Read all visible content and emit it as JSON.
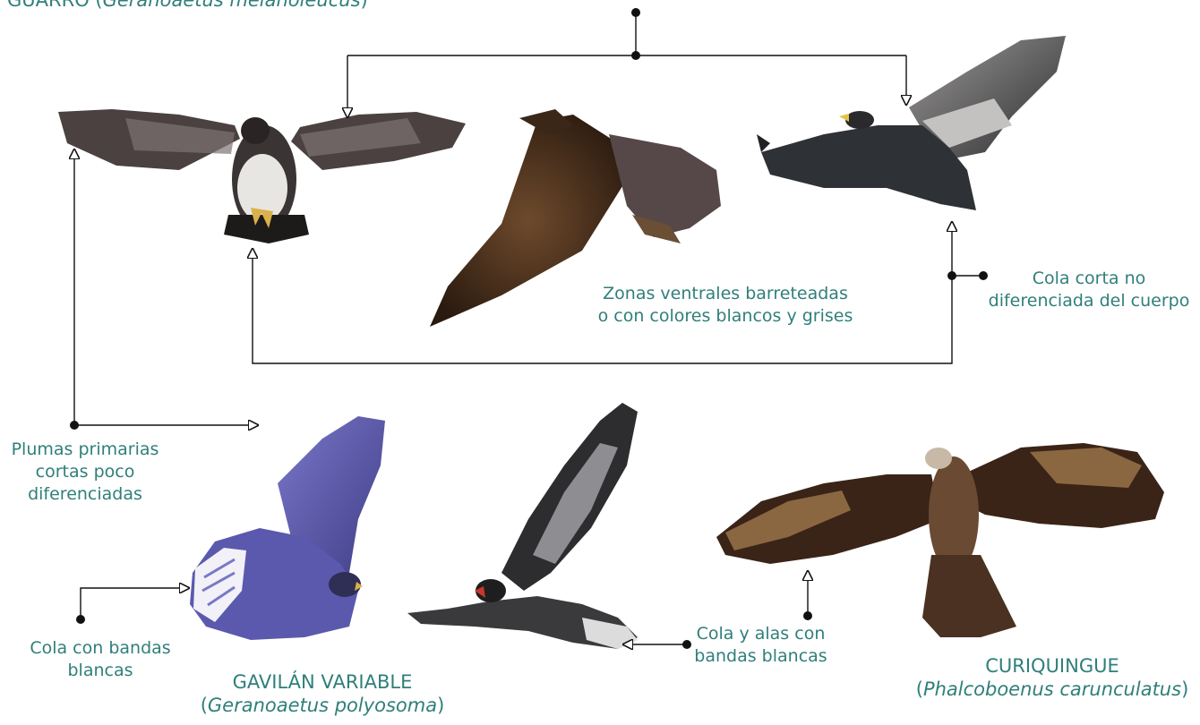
{
  "title": {
    "common": "GUARRO",
    "scientific": "Geranoaetus melanoleucus"
  },
  "labels": {
    "ventral": [
      "Zonas ventrales barreteadas",
      "o con colores blancos y grises"
    ],
    "short_tail": [
      "Cola corta no",
      "diferenciada del cuerpo"
    ],
    "primaries": [
      "Plumas primarias",
      "cortas poco",
      "diferenciadas"
    ],
    "tail_bands": [
      "Cola con bandas",
      "blancas"
    ],
    "tail_wing_bands": [
      "Cola y alas con",
      "bandas blancas"
    ]
  },
  "species": {
    "gavilan": {
      "common": "GAVILÁN VARIABLE",
      "scientific": "Geranoaetus polyosoma"
    },
    "curiquingue": {
      "common": "CURIQUINGUE",
      "scientific": "Phalcoboenus carunculatus"
    }
  },
  "photos": [
    {
      "name": "guarro-front-photo",
      "description": "Guarro soaring, frontal view"
    },
    {
      "name": "guarro-juvenile-photo",
      "description": "Brown juvenile eagle in flight"
    },
    {
      "name": "guarro-side-photo",
      "description": "Grey eagle banking"
    },
    {
      "name": "gavilan-variable-photo",
      "description": "Bluish hawk with white-banded tail"
    },
    {
      "name": "dark-hawk-photo",
      "description": "Dark hawk with white bands"
    },
    {
      "name": "curiquingue-photo",
      "description": "Brown caracara soaring"
    }
  ],
  "colors": {
    "text": "#2f7f7a",
    "line": "#111111"
  }
}
